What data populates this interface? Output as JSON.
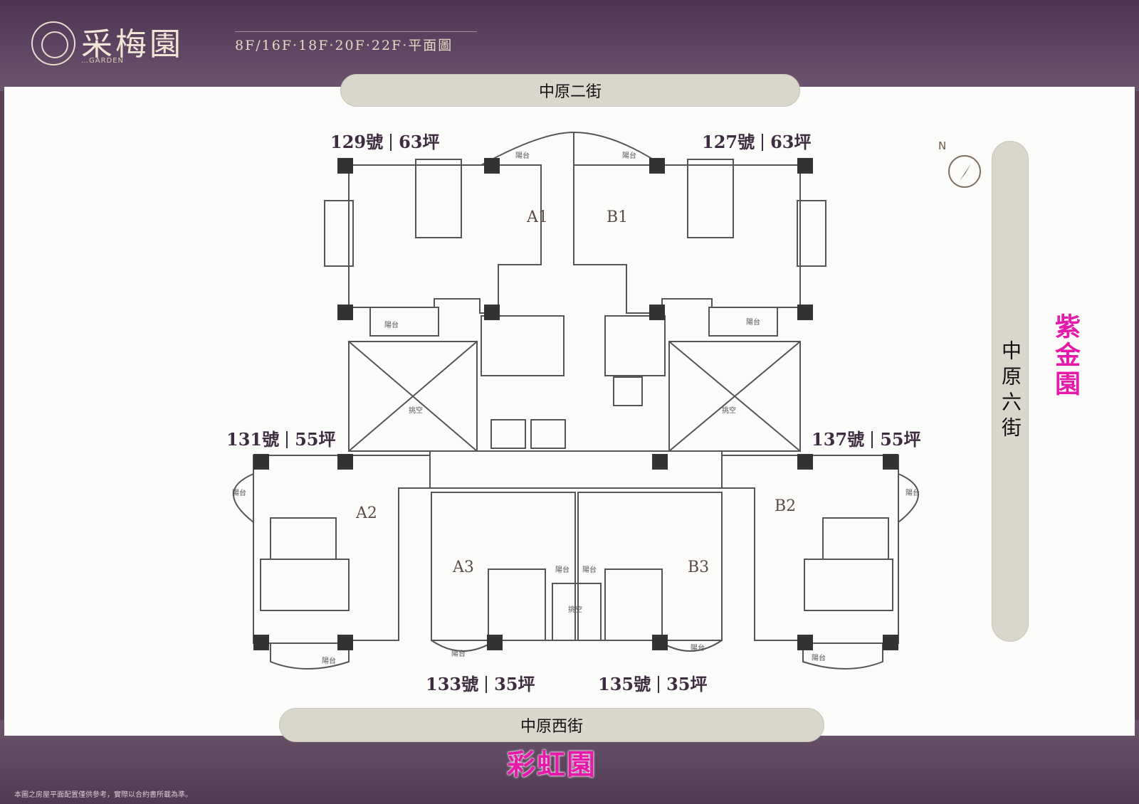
{
  "brand": {
    "name": "采梅園",
    "subtitle": "…GARDEN"
  },
  "header": {
    "title": "8F/16F·18F·20F·22F·平面圖"
  },
  "roads": {
    "north": "中原二街",
    "south": "中原西街",
    "east": "中原六街"
  },
  "neighbors": {
    "east": "紫金園",
    "south": "彩虹園"
  },
  "compass": {
    "label": "N"
  },
  "units": [
    {
      "address": "129號",
      "size": "63坪"
    },
    {
      "address": "127號",
      "size": "63坪"
    },
    {
      "address": "131號",
      "size": "55坪"
    },
    {
      "address": "137號",
      "size": "55坪"
    },
    {
      "address": "133號",
      "size": "35坪"
    },
    {
      "address": "135號",
      "size": "35坪"
    }
  ],
  "rooms": [
    "A1",
    "B1",
    "A2",
    "B2",
    "A3",
    "B3"
  ],
  "plan_labels": {
    "balcony": "陽台",
    "void": "挑空"
  },
  "disclaimer": "本圖之房屋平面配置僅供參考，實際以合約書所載為準。",
  "colors": {
    "background_band": "#5a4358",
    "road": "#d9d6cb",
    "neighbor": "#e51aa8",
    "unit_label": "#3e2c40"
  }
}
